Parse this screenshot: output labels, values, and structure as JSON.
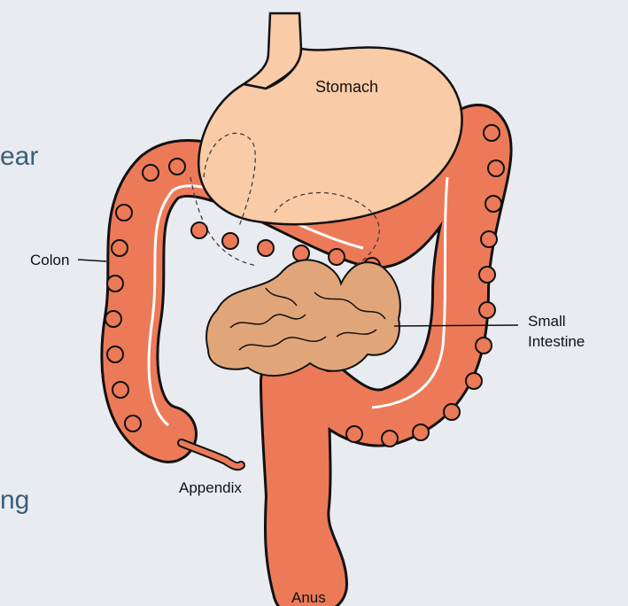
{
  "slide": {
    "text_fragment_top": "ear",
    "text_fragment_bottom": "ng"
  },
  "diagram": {
    "labels": {
      "stomach": "Stomach",
      "colon": "Colon",
      "small_intestine_line1": "Small",
      "small_intestine_line2": "Intestine",
      "appendix": "Appendix",
      "anus": "Anus"
    },
    "colors": {
      "background": "#e8ebef",
      "stomach_fill": "#f9cba6",
      "colon_fill": "#ec7a58",
      "small_intestine_fill": "#e0a67a",
      "outline": "#111111",
      "slide_text": "#3a5f7a"
    }
  }
}
